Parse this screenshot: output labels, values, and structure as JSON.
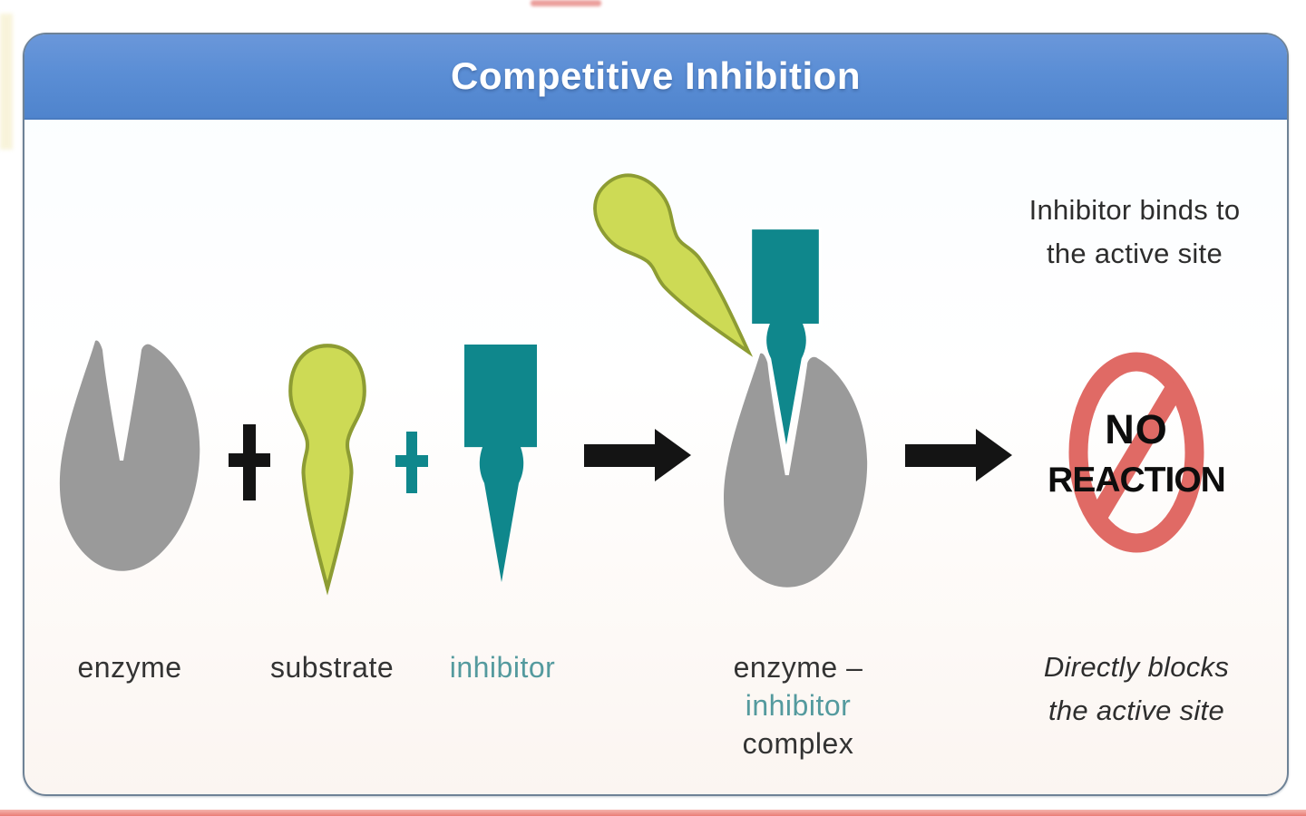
{
  "header": {
    "title": "Competitive Inhibition"
  },
  "labels": {
    "enzyme": "enzyme",
    "substrate": "substrate",
    "inhibitor": "inhibitor",
    "complex_part1": "enzyme",
    "complex_dash": "–",
    "complex_part2": "inhibitor",
    "complex_line2": "complex"
  },
  "annotations": {
    "top_right_line1": "Inhibitor binds to",
    "top_right_line2": "the active site",
    "bottom_right_line1": "Directly blocks",
    "bottom_right_line2": "the active site"
  },
  "no_reaction": {
    "line1": "NO",
    "line2": "REACTION"
  },
  "icons": {
    "plus_black": "plus-icon",
    "plus_teal": "plus-icon",
    "arrow": "arrow-right-icon",
    "prohibition": "no-symbol-icon"
  },
  "colors": {
    "header_blue": "#5b8ed5",
    "enzyme_gray": "#9a9a9a",
    "substrate_fill": "#cdda55",
    "substrate_stroke": "#8d9c33",
    "inhibitor_teal": "#0f878c",
    "label_teal": "#549a9e",
    "prohibition_red": "#e06a65",
    "arrow_black": "#141414",
    "text_dark": "#333333"
  }
}
